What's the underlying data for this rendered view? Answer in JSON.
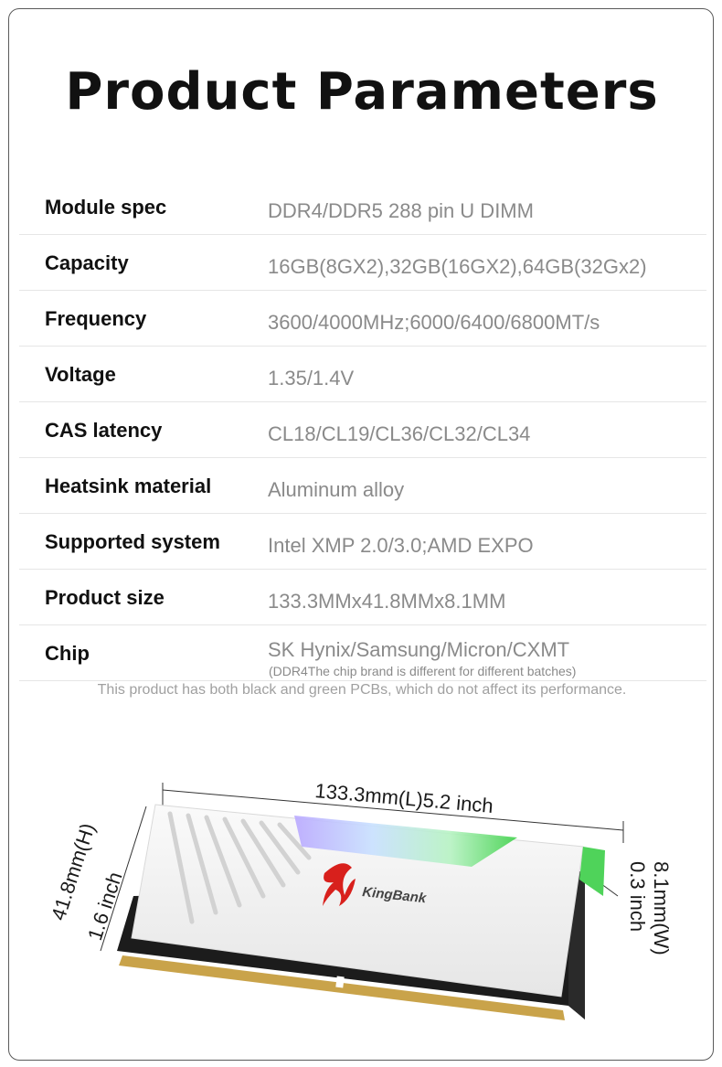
{
  "page": {
    "title": "Product Parameters",
    "note": "This product has both black and green PCBs, which do not affect its performance."
  },
  "specs": [
    {
      "label": "Module spec",
      "value": "DDR4/DDR5 288 pin U DIMM"
    },
    {
      "label": "Capacity",
      "value": "16GB(8GX2),32GB(16GX2),64GB(32Gx2)"
    },
    {
      "label": "Frequency",
      "value": "3600/4000MHz;6000/6400/6800MT/s"
    },
    {
      "label": "Voltage",
      "value": "1.35/1.4V"
    },
    {
      "label": "CAS latency",
      "value": "CL18/CL19/CL36/CL32/CL34"
    },
    {
      "label": "Heatsink material",
      "value": "Aluminum alloy"
    },
    {
      "label": "Supported system",
      "value": "Intel XMP 2.0/3.0;AMD EXPO"
    },
    {
      "label": "Product size",
      "value": "133.3MMx41.8MMx8.1MM"
    },
    {
      "label": "Chip",
      "value": "SK Hynix/Samsung/Micron/CXMT",
      "subvalue": "(DDR4The chip brand is different for different batches)"
    }
  ],
  "dimensions": {
    "length": "133.3mm(L)5.2 inch",
    "height_mm": "41.8mm(H)",
    "height_in": "1.6 inch",
    "width_mm": "8.1mm(W)",
    "width_in": "0.3 inch"
  },
  "brand": "KingBank",
  "colors": {
    "title": "#111111",
    "value_text": "#8a8a8a",
    "note_text": "#a0a0a0",
    "heatsink": "#f4f4f4",
    "pcb": "#1c1c1c",
    "gold_contacts": "#c9a34a",
    "logo_red": "#d8201c"
  }
}
